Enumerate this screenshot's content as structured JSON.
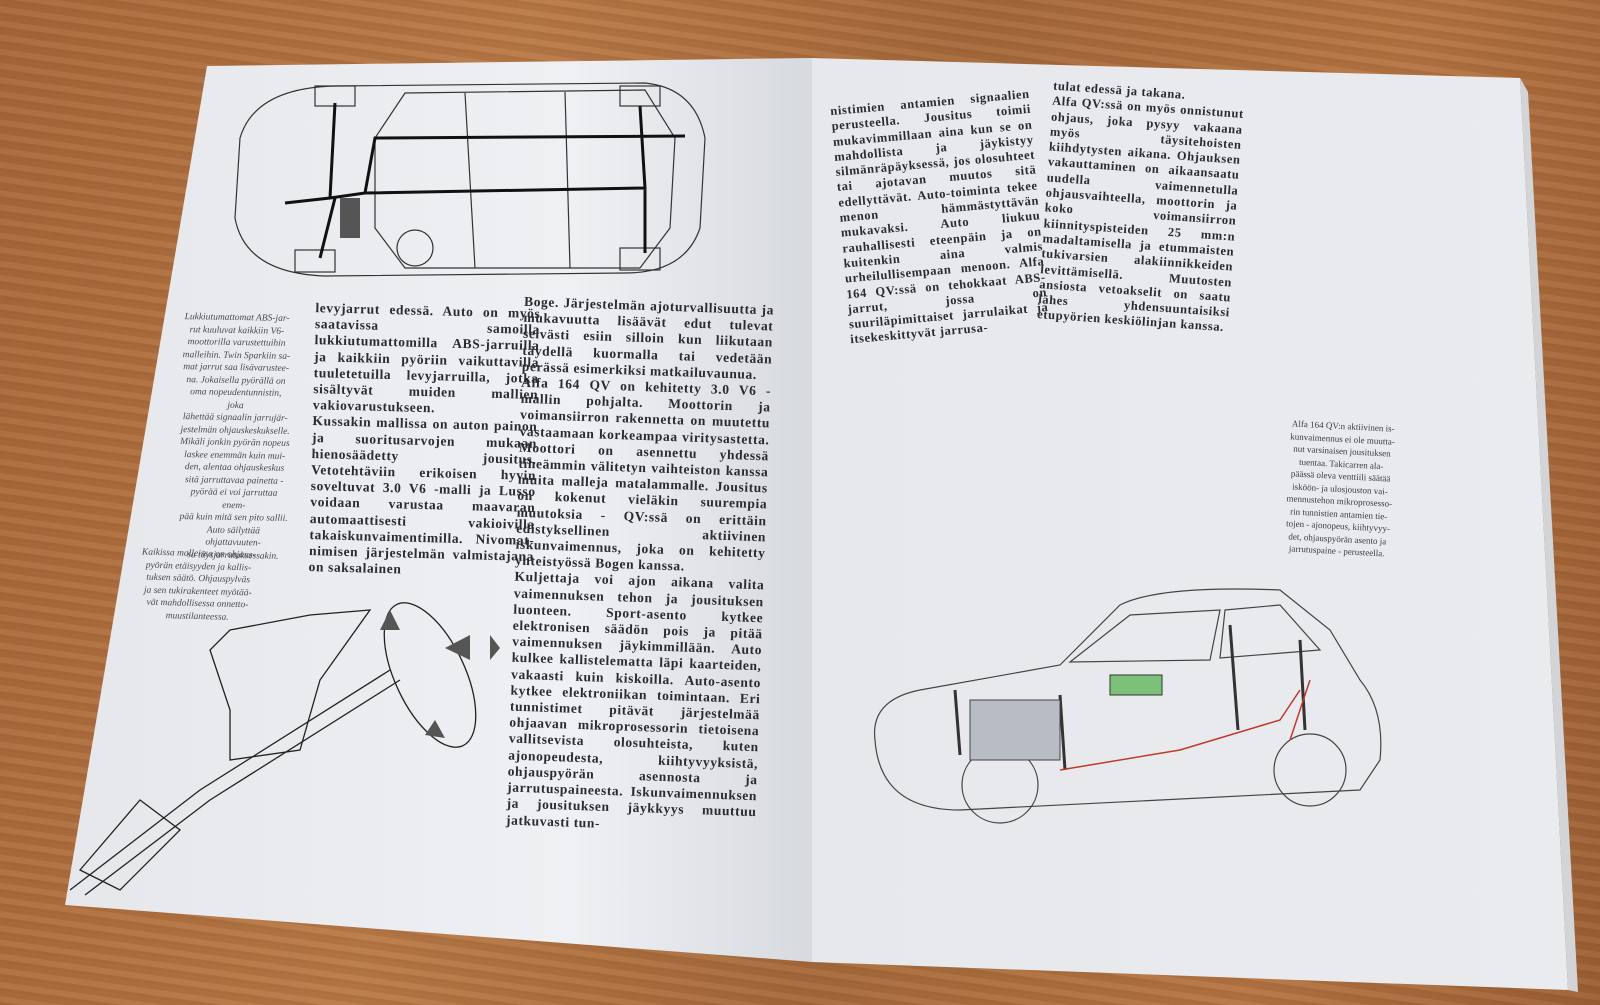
{
  "left_page": {
    "caption_abs": "Lukkiutumattomat ABS-jar-\nrut kuuluvat kaikkiin V6-\nmoottorilla varustettuihin\nmalleihin. Twin Sparkiin sa-\nmat jarrut saa lisävarustee-\nna. Jokaisella pyörällä on\noma nopeudentunnistin, joka\nlähettää signaalin jarrujär-\njestelmän ohjauskeskukselle.\nMikäli jonkin pyörän nopeus\nlaskee enemmän kuin mui-\nden, alentaa ohjauskeskus\nsitä jarruttavaa painetta -\npyörää ei voi jarruttaa enem-\npää kuin mitä sen pito sallii.\nAuto säilyttää ohjattavuuten-\nsa täysjarrutuksessakin.",
    "caption_steering": "Kaikissa malleissa on ohjaus-\npyörän etäisyyden ja kallis-\ntuksen säätö. Ohjauspylväs\nja sen tukirakenteet myötää-\nvät mahdollisessa onnetto-\nmuustilanteessa.",
    "column_1": "levyjarrut edessä. Auto on myös saatavissa samoilla lukkiutumattomilla ABS-jarruilla ja kaikkiin pyöriin vaikuttavilla tuuletetuilla levyjarruilla, jotka sisältyvät muiden mallien vakiovarustukseen.\nKussakin mallissa on auton painon ja suoritusarvojen mukaan hienosäädetty jousitus. Vetotehtäviin erikoisen hyvin soveltuvat 3.0 V6 -malli ja Lusso voidaan varustaa maavaran automaattisesti vakioivilla takaiskunvaimentimilla. Nivomat-nimisen järjestelmän valmistajana on saksalainen",
    "column_2": "Boge. Järjestelmän ajoturvallisuutta ja mukavuutta lisäävät edut tulevat selvästi esiin silloin kun liikutaan täydellä kuormalla tai vedetään perässä esimerkiksi matkailuvaunua.\nAlfa 164 QV on kehitetty 3.0 V6 -mallin pohjalta. Moottorin ja voimansiirron rakennetta on muutettu vastaamaan korkeampaa viritysastetta. Moottori on asennettu yhdessä tiheämmin välitetyn vaihteiston kanssa muita malleja matalammalle. Jousitus on kokenut vieläkin suurempia muutoksia - QV:ssä on erittäin edistyksellinen aktiivinen iskunvaimennus, joka on kehitetty yhteistyössä Bogen kanssa.\nKuljettaja voi ajon aikana valita vaimennuksen tehon ja jousituksen luonteen. Sport-asento kytkee elektronisen säädön pois ja pitää vaimennuksen jäykimmillään. Auto kulkee kallistelematta läpi kaarteiden, vakaasti kuin kiskoilla. Auto-asento kytkee elektroniikan toimintaan. Eri tunnistimet pitävät järjestelmää ohjaavan mikroprosessorin tietoisena vallitsevista olosuhteista, kuten ajonopeudesta, kiihtyvyyksistä, ohjauspyörän asennosta ja jarrutuspaineesta. Iskunvaimennuksen ja jousituksen jäykkyys muuttuu jatkuvasti tun-"
  },
  "right_page": {
    "column_3": "nistimien antamien signaalien perusteella. Jousitus toimii mukavimmillaan aina kun se on mahdollista ja jäykistyy silmänräpäyksessä, jos olosuhteet tai ajotavan muutos sitä edellyttävät. Auto-toiminta tekee menon hämmästyttävän mukavaksi. Auto liukuu rauhallisesti eteenpäin ja on kuitenkin aina valmis urheilullisempaan menoon. Alfa 164 QV:ssä on tehokkaat ABS-jarrut, jossa on suuriläpimittaiset jarrulaikat ja itsekeskittyvät jarrusa-",
    "column_4": "tulat edessä ja takana.\nAlfa QV:ssä on myös onnistunut ohjaus, joka pysyy vakaana myös täysitehoisten kiihdytysten aikana. Ohjauksen vakauttaminen on aikaansaatu uudella vaimennetulla ohjausvaihteella, moottorin ja koko voimansiirron kiinnityspisteiden 25 mm:n madaltamisella ja etummaisten tukivarsien alakiinnikkeiden levittämisellä. Muutosten ansiosta vetoakselit on saatu lähes yhdensuuntaisiksi etupyörien keskiölinjan kanssa.",
    "caption_suspension": "Alfa 164 QV:n aktiivinen is-\nkunvaimennus ei ole muutta-\nnut varsinaisen jousituksen\ntuentaa. Takicarren ala-\npäässä oleva venttiili säätää\nisköön- ja ulosjouston vai-\nmennustehon mikroprosesso-\nrin tunnistien antamien tie-\ntojen - ajonopeus, kiihtyvyy-\ndet, ohjauspyörän asento ja\njarrutuspaine - perusteella."
  },
  "colors": {
    "ecu_box": "#7cc07a",
    "sensor_wire": "#c0392b"
  }
}
